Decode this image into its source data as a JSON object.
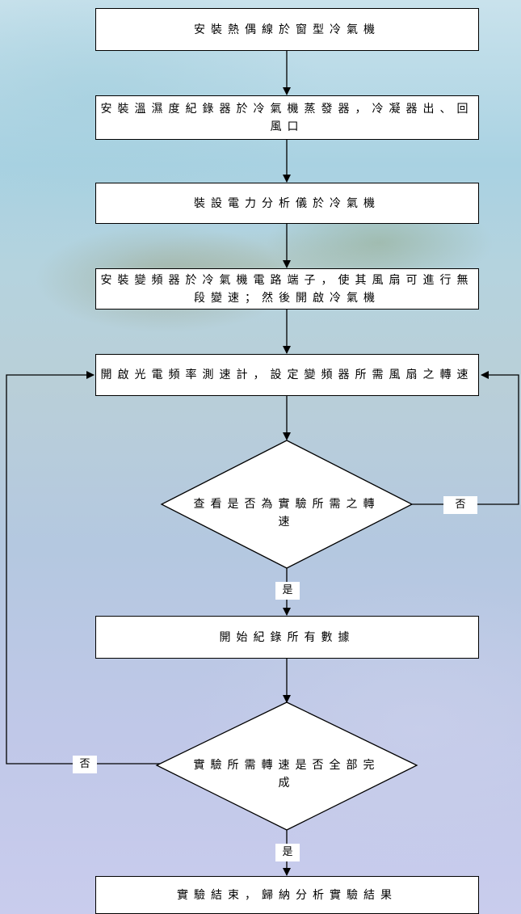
{
  "steps": {
    "s1": "安裝熱偶線於窗型冷氣機",
    "s2": "安裝溫濕度紀錄器於冷氣機蒸發器，冷凝器出、回風口",
    "s3": "裝設電力分析儀於冷氣機",
    "s4": "安裝變頻器於冷氣機電路端子，使其風扇可進行無段變速；然後開啟冷氣機",
    "s5": "開啟光電頻率測速計，設定變頻器所需風扇之轉速",
    "s6": "開始紀錄所有數據",
    "s7": "實驗結束，歸納分析實驗結果"
  },
  "decisions": {
    "d1": "查看是否為實驗所需之轉速",
    "d2": "實驗所需轉速是否全部完成"
  },
  "branch_labels": {
    "d1_no": "否",
    "d1_yes": "是",
    "d2_no": "否",
    "d2_yes": "是"
  }
}
